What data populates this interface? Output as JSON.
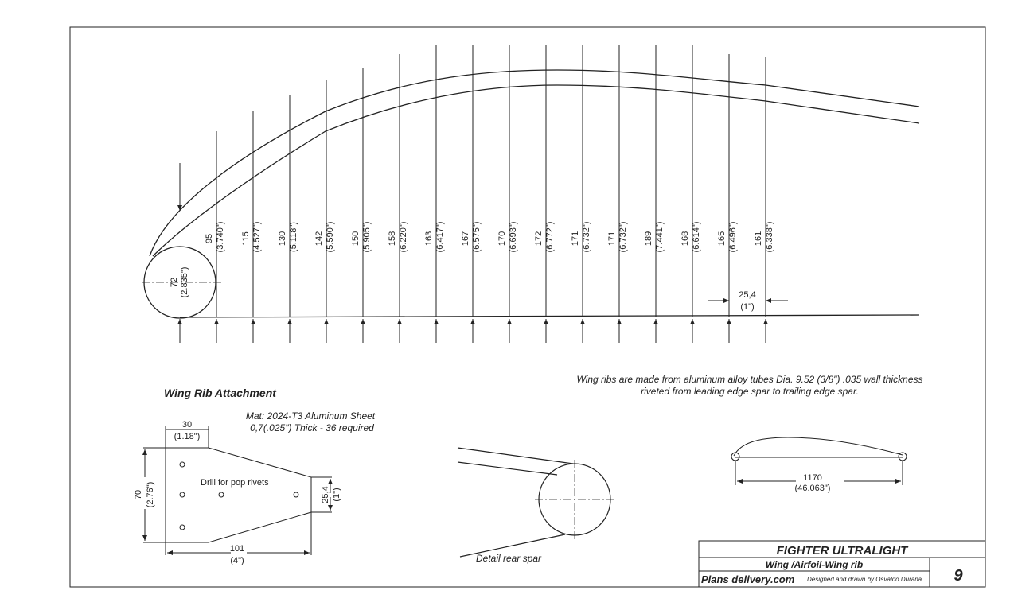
{
  "rib_diagram": {
    "leading_diameter": {
      "mm": "72",
      "in": "(2.835\")"
    },
    "stations": [
      {
        "mm": "95",
        "in": "(3.740\")"
      },
      {
        "mm": "115",
        "in": "(4.527\")"
      },
      {
        "mm": "130",
        "in": "(5.118\")"
      },
      {
        "mm": "142",
        "in": "(5.590\")"
      },
      {
        "mm": "150",
        "in": "(5.905\")"
      },
      {
        "mm": "158",
        "in": "(6.220\")"
      },
      {
        "mm": "163",
        "in": "(6.417\")"
      },
      {
        "mm": "167",
        "in": "(6.575\")"
      },
      {
        "mm": "170",
        "in": "(6.693\")"
      },
      {
        "mm": "172",
        "in": "(6.772\")"
      },
      {
        "mm": "171",
        "in": "(6.732\")"
      },
      {
        "mm": "171",
        "in": "(6.732\")"
      },
      {
        "mm": "189",
        "in": "(7.441\")"
      },
      {
        "mm": "168",
        "in": "(6.614\")"
      },
      {
        "mm": "165",
        "in": "(6.496\")"
      },
      {
        "mm": "161",
        "in": "(6.338\")"
      }
    ],
    "spacing": {
      "mm": "25,4",
      "in": "(1\")"
    }
  },
  "notes": {
    "line1": "Wing ribs are made from aluminum alloy tubes Dia. 9.52 (3/8\") .035 wall thickness",
    "line2": "riveted from leading edge spar to trailing edge spar."
  },
  "attachment": {
    "title": "Wing Rib Attachment",
    "mat1": "Mat: 2024-T3 Aluminum Sheet",
    "mat2": "0,7(.025\") Thick - 36 required",
    "top_mm": "30",
    "top_in": "(1.18\")",
    "height_mm": "70",
    "height_in": "(2.76\")",
    "right_mm": "25,4",
    "right_in": "(1\")",
    "width_mm": "101",
    "width_in": "(4\")",
    "drill_label": "Drill for pop rivets"
  },
  "rear_spar": {
    "label": "Detail rear spar"
  },
  "overall": {
    "mm": "1170",
    "in": "(46.063\")"
  },
  "title_block": {
    "title": "FIGHTER ULTRALIGHT",
    "subtitle": "Wing /Airfoil-Wing rib",
    "publisher": "Plans delivery.com",
    "designer": "Designed and drawn by Osvaldo Durana",
    "page": "9"
  }
}
